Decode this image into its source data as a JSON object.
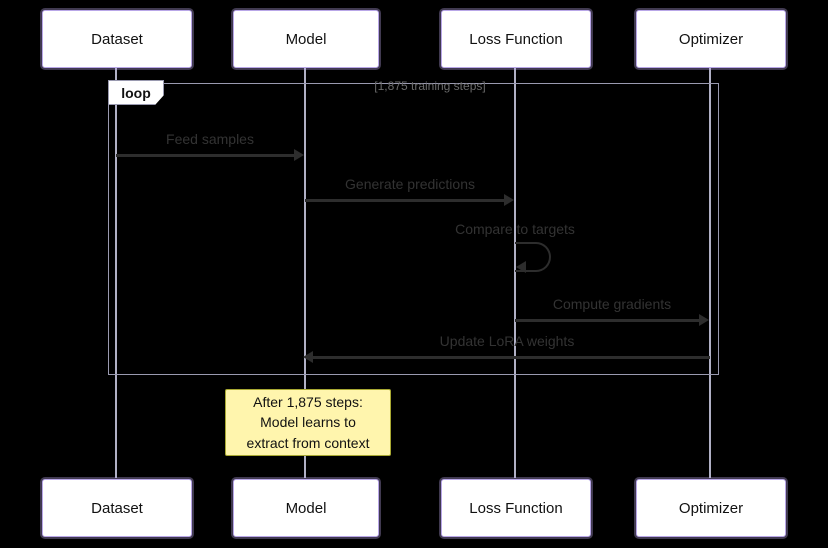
{
  "diagram": {
    "type": "sequence-diagram",
    "participants": [
      {
        "name": "Dataset"
      },
      {
        "name": "Model"
      },
      {
        "name": "Loss Function"
      },
      {
        "name": "Optimizer"
      }
    ],
    "loop": {
      "keyword": "loop",
      "title": "[1,875 training steps]"
    },
    "messages": [
      {
        "from": "Dataset",
        "to": "Model",
        "label": "Feed samples",
        "style": "solid-arrow"
      },
      {
        "from": "Model",
        "to": "Loss Function",
        "label": "Generate predictions",
        "style": "solid-arrow"
      },
      {
        "from": "Loss Function",
        "to": "Loss Function",
        "label": "Compare to targets",
        "style": "self-arrow"
      },
      {
        "from": "Loss Function",
        "to": "Optimizer",
        "label": "Compute gradients",
        "style": "solid-arrow"
      },
      {
        "from": "Optimizer",
        "to": "Model",
        "label": "Update LoRA weights",
        "style": "solid-arrow"
      }
    ],
    "note": {
      "over": "Model",
      "text": "After 1,875 steps:\nModel learns to\nextract from context"
    }
  },
  "colors": {
    "background": "#000000",
    "box_bg": "#ffffff",
    "box_border": "#b9a7e8",
    "lifeline": "#cfcfe8",
    "loop_border": "#9a9ab0",
    "arrow_color": "#2d2d2d",
    "message_text": "#333333",
    "note_bg": "#fff5ad",
    "note_border": "#a8a832"
  }
}
